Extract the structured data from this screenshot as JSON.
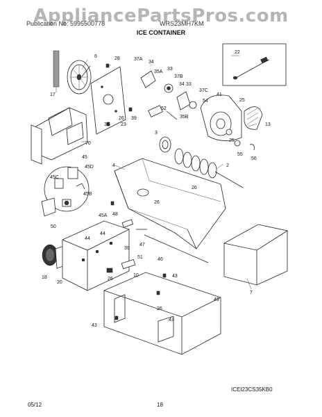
{
  "watermark": "AppliancePartsPros.com",
  "header": {
    "left_text": "Publication No: 5995500778",
    "mid_text": "WRS23MH7KM",
    "title": "ICE CONTAINER"
  },
  "footer": {
    "reference_code": "ICEI23CS35KB0",
    "date": "05/12",
    "page_number": "18"
  },
  "callouts": {
    "c2": "2",
    "c3": "3",
    "c4": "4",
    "c6": "6",
    "c7": "7",
    "c10": "10",
    "c13": "13",
    "c17": "17",
    "c18": "18",
    "c20": "20",
    "c22": "22",
    "c23": "23",
    "c25a": "25",
    "c25b": "25",
    "c26a": "26",
    "c26b": "26",
    "c26c": "26",
    "c26d": "26",
    "c26e": "26",
    "c28": "28",
    "c33a": "33",
    "c33b": "33",
    "c34a": "34",
    "c34b": "34",
    "c35a": "35A",
    "c35b": "35B",
    "c37a": "37A",
    "c37b": "37B",
    "c37c": "37C",
    "c39a": "39",
    "c39b": "39",
    "c39c": "39",
    "c41": "41",
    "c43a": "43",
    "c43b": "43",
    "c43c": "43",
    "c44a": "44",
    "c44b": "44",
    "c45": "45",
    "c45a": "45A",
    "c45b": "45B",
    "c45c": "45C",
    "c45d": "45D",
    "c46": "46",
    "c47": "47",
    "c48": "48",
    "c49": "49",
    "c50": "50",
    "c51": "51",
    "c52": "52",
    "c54": "54",
    "c55": "55",
    "c56": "56",
    "c70": "70"
  }
}
